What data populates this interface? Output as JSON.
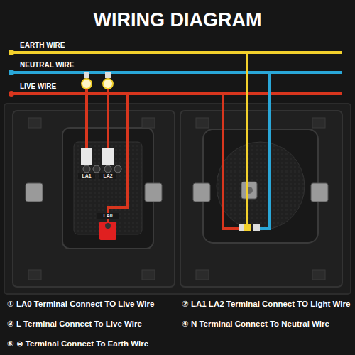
{
  "diagram": {
    "title": "WIRING DIAGRAM",
    "labels": [
      "EARTH WIRE",
      "NEUTRAL WIRE",
      "LIVE WIRE",
      "LA1",
      "LA2",
      "LA0",
      "① LA0 Terminal Connect TO Live Wire",
      "② LA1 LA2 Terminal Connect TO Light Wire",
      "③ L Terminal Connect To Live Wire",
      "④ N Terminal Connect To Neutral Wire",
      "⑤ ⊜ Terminal Connect To Earth Wire"
    ]
  }
}
